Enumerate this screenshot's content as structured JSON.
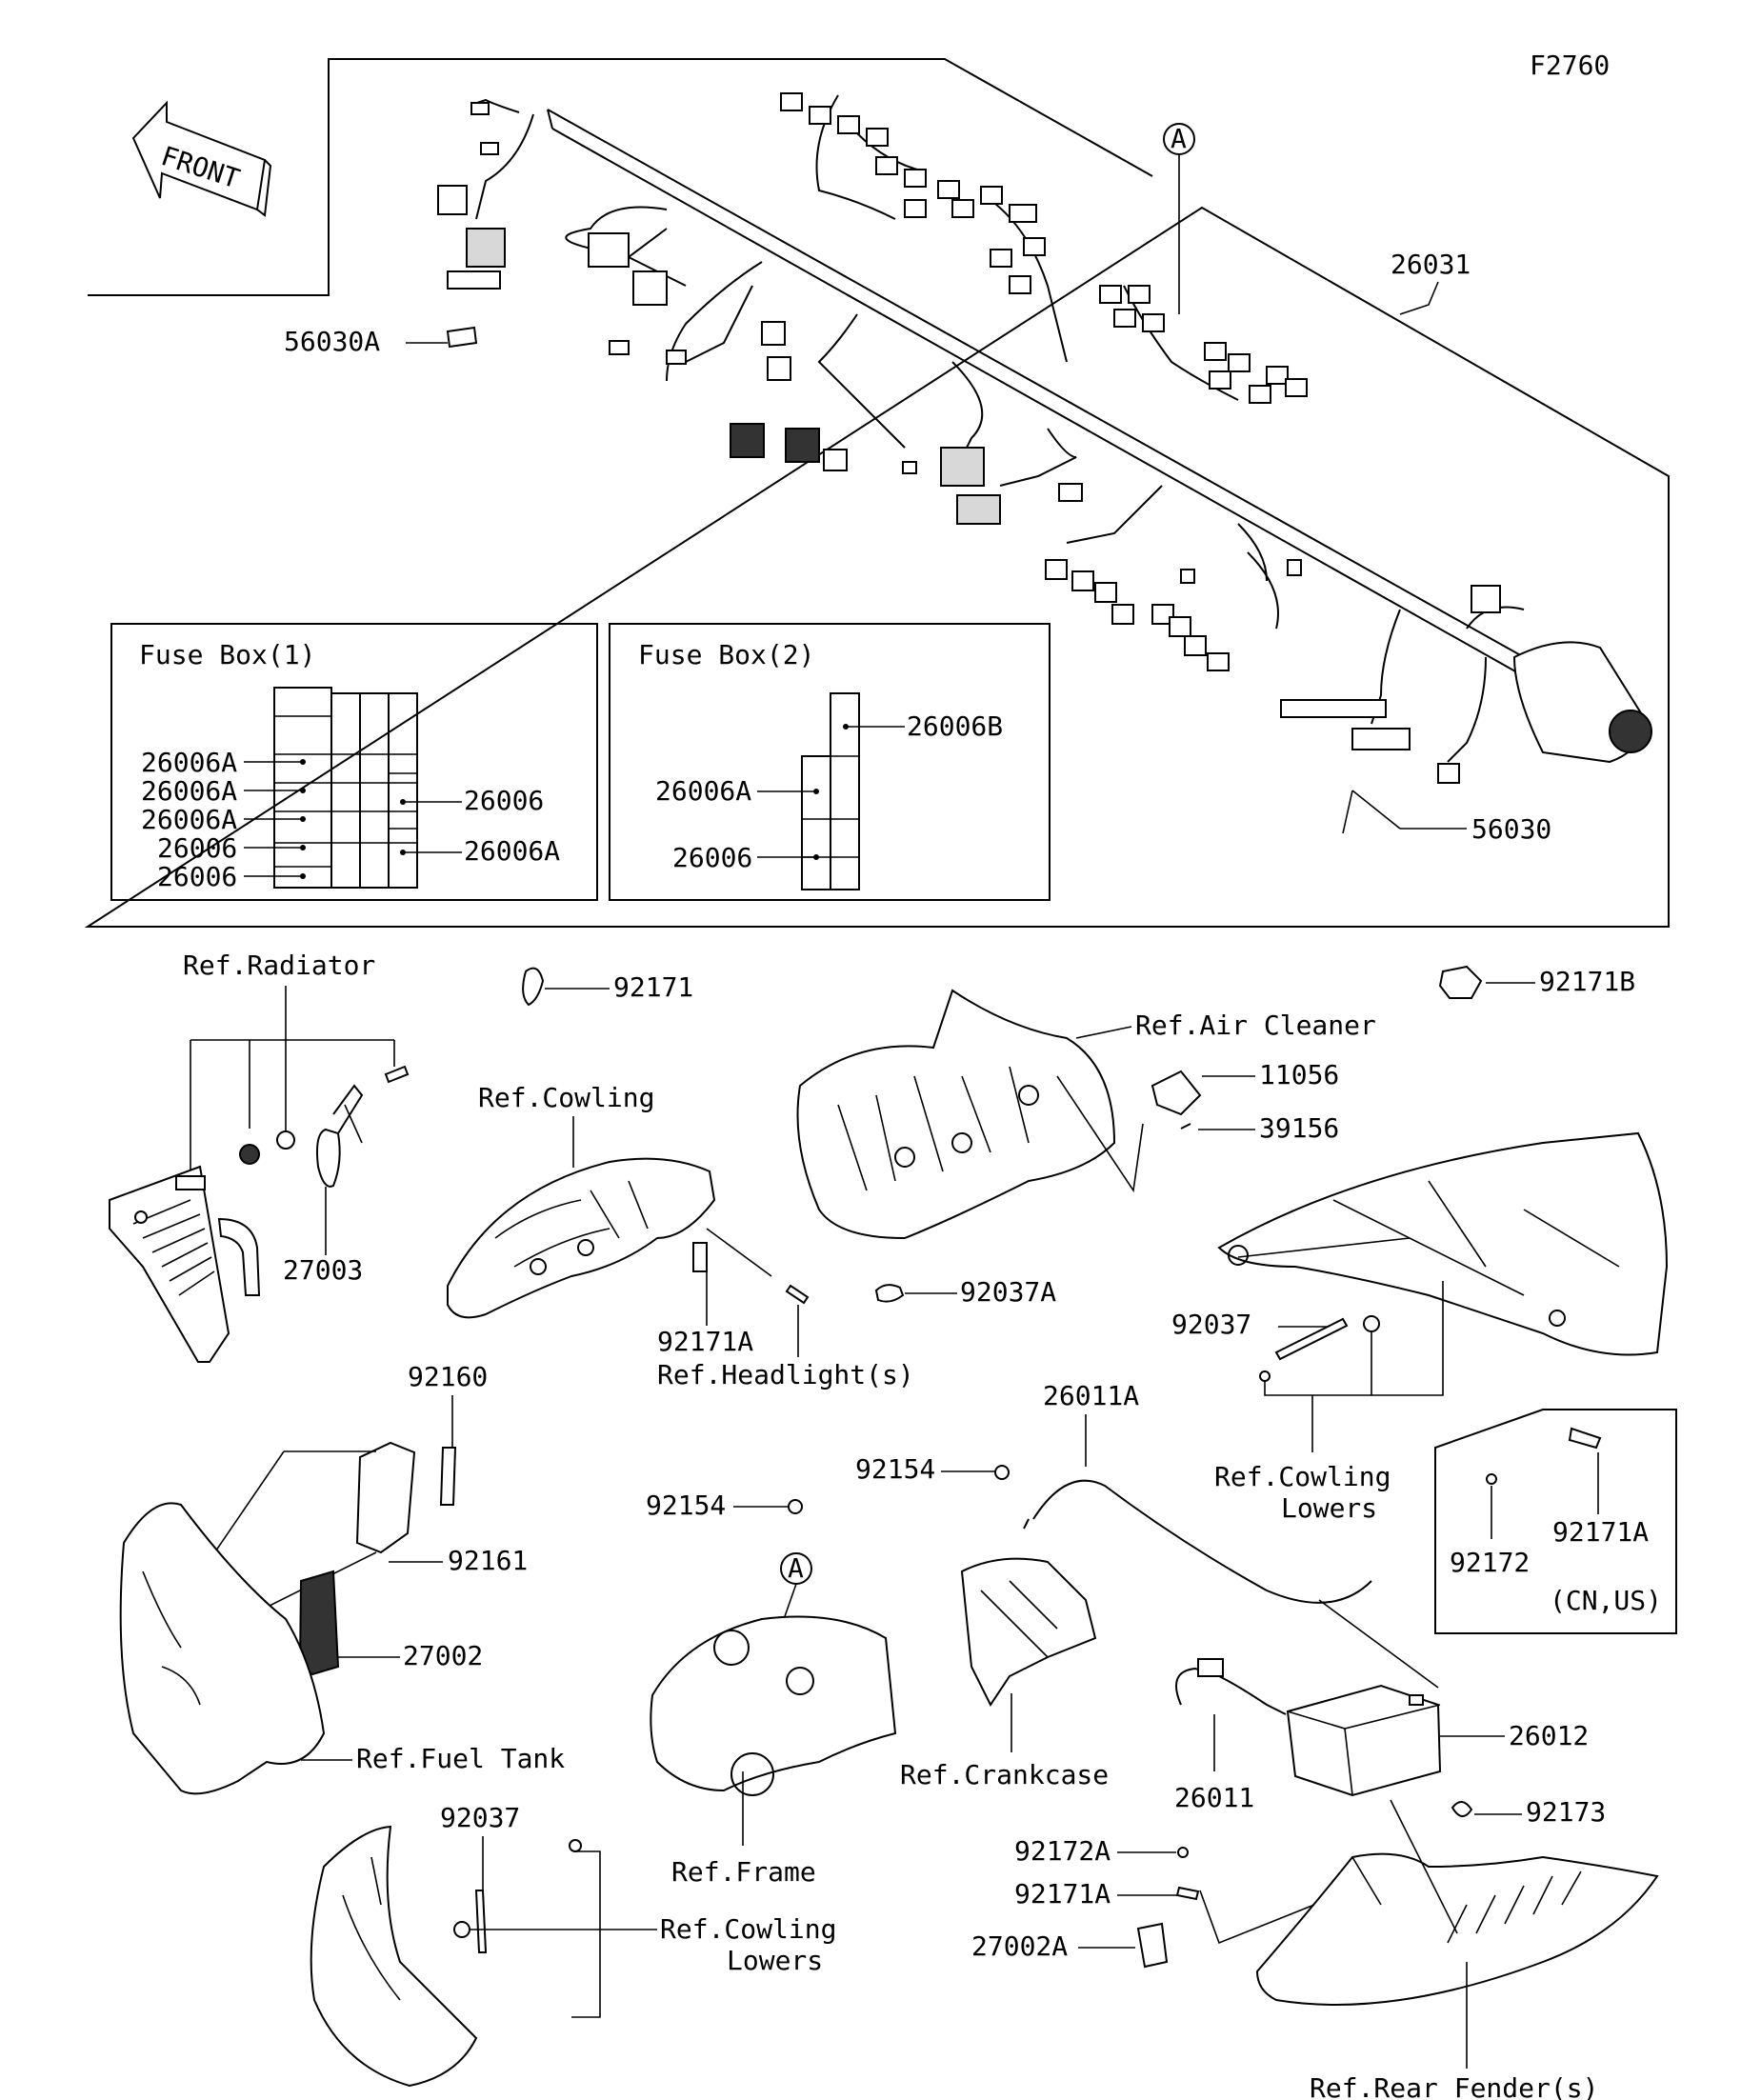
{
  "figure_code": "F2760",
  "front_arrow": "FRONT",
  "callout_a": "A",
  "fuse_box_1": {
    "title": "Fuse Box(1)",
    "left_labels": [
      "26006A",
      "26006A",
      "26006A",
      "26006",
      "26006"
    ],
    "right_labels": [
      "26006",
      "26006A"
    ]
  },
  "fuse_box_2": {
    "title": "Fuse Box(2)",
    "labels": [
      "26006B",
      "26006A",
      "26006"
    ]
  },
  "parts": {
    "p26031": "26031",
    "p56030A": "56030A",
    "p56030": "56030",
    "p92171": "92171",
    "p92171B": "92171B",
    "p11056": "11056",
    "p39156": "39156",
    "p27003": "27003",
    "p92171A": "92171A",
    "p92037A": "92037A",
    "p92037": "92037",
    "p92160": "92160",
    "p92161": "92161",
    "p27002": "27002",
    "p26011A": "26011A",
    "p92154": "92154",
    "p92172": "92172",
    "p26012": "26012",
    "p26011": "26011",
    "p92173": "92173",
    "p92172A": "92172A",
    "p27002A": "27002A",
    "region_cn_us": "(CN,US)"
  },
  "refs": {
    "radiator": "Ref.Radiator",
    "cowling": "Ref.Cowling",
    "headlights": "Ref.Headlight(s)",
    "air_cleaner": "Ref.Air Cleaner",
    "cowling_lowers_1": "Ref.Cowling",
    "cowling_lowers_2": "Lowers",
    "fuel_tank": "Ref.Fuel Tank",
    "frame": "Ref.Frame",
    "crankcase": "Ref.Crankcase",
    "rear_fender": "Ref.Rear Fender(s)"
  }
}
